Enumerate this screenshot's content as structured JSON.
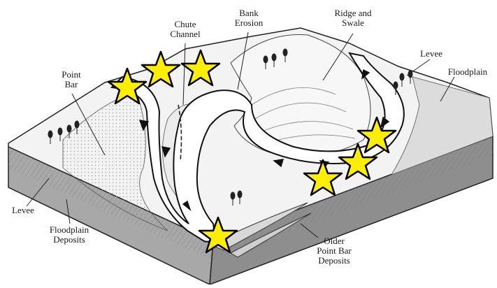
{
  "labels": {
    "chute_channel": "Chute\nChannel",
    "bank_erosion": "Bank\nErosion",
    "ridge_and_swale": "Ridge and\nSwale",
    "levee_right": "Levee",
    "floodplain_right": "Floodplain",
    "point_bar": "Point\nBar",
    "levee_left": "Levee",
    "floodplain_deposits": "Floodplain\nDeposits",
    "older_point_bar_deposits": "Older\nPoint Bar\nDeposits"
  },
  "colors": {
    "star_fill": "#ffee00",
    "star_stroke": "#000000",
    "ink": "#1a1a1a",
    "block_side": "#9a9a9a",
    "block_top": "#f2f2f2"
  }
}
